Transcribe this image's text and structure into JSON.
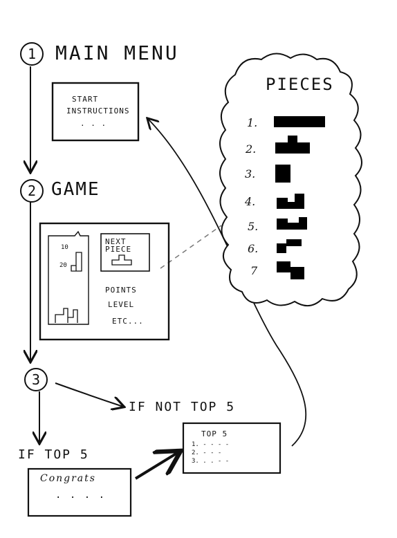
{
  "steps": [
    {
      "number": "1",
      "label": "MAIN MENU"
    },
    {
      "number": "2",
      "label": "GAME"
    },
    {
      "number": "3",
      "label": ""
    }
  ],
  "main_menu": {
    "items": [
      "START",
      "INSTRUCTIONS",
      ". . ."
    ]
  },
  "game_screen": {
    "board_markers": [
      "10",
      "20"
    ],
    "next_piece_label": [
      "NEXT",
      "PIECE"
    ],
    "stats": [
      "POINTS",
      "LEVEL",
      "ETC..."
    ]
  },
  "pieces_panel": {
    "title": "PIECES",
    "items": [
      "1.",
      "2.",
      "3.",
      "4.",
      "5.",
      "6.",
      "7"
    ]
  },
  "branches": {
    "not_top": "IF NOT TOP 5",
    "top": "IF TOP 5"
  },
  "top5_screen": {
    "title": "TOP 5",
    "rows": [
      "1. - - - -",
      "2. - - -",
      "3. . . - -"
    ]
  },
  "congrats_screen": {
    "title": "Congrats",
    "dots": ". . . ."
  }
}
